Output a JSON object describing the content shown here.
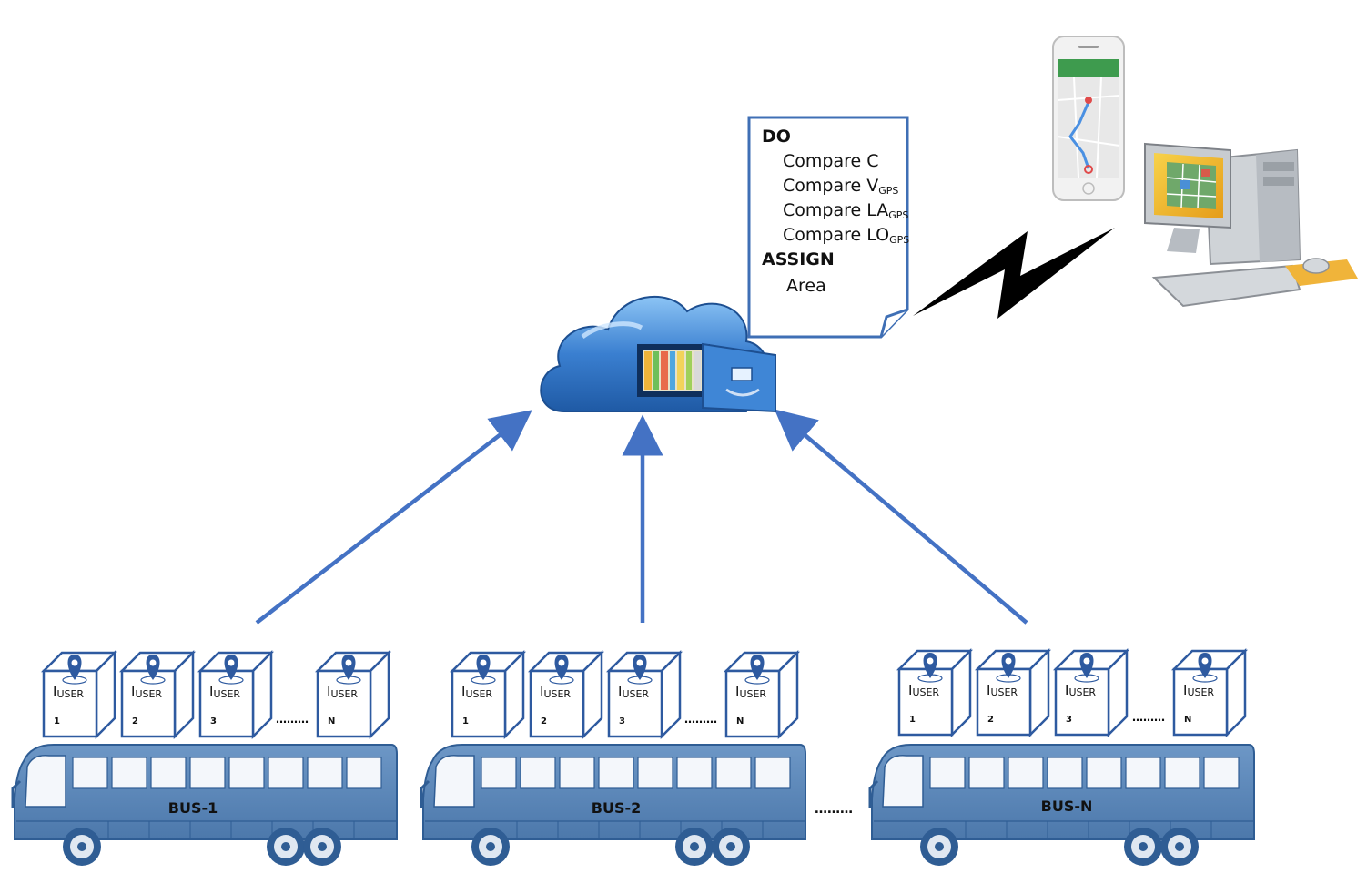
{
  "document": {
    "do_label": "DO",
    "steps": [
      {
        "main": "Compare C",
        "sub": ""
      },
      {
        "main": "Compare V",
        "sub": "GPS"
      },
      {
        "main": "Compare LA",
        "sub": "GPS"
      },
      {
        "main": "Compare LO",
        "sub": "GPS"
      }
    ],
    "assign_label": "ASSIGN",
    "assign_item": "Area"
  },
  "user_box": {
    "label_main": "I",
    "label_sub": "USER",
    "indices": [
      "1",
      "2",
      "3",
      "N"
    ]
  },
  "ellipsis": "………",
  "buses": [
    {
      "label": "BUS-1"
    },
    {
      "label": "BUS-2"
    },
    {
      "label": "BUS-N"
    }
  ],
  "bus_gap_ellipsis": "………",
  "colors": {
    "arrow": "#4472c4",
    "bus_body": "#5b86b8",
    "bus_dark": "#2f5d94",
    "box_stroke": "#2e5aa0",
    "pin": "#2e5aa0",
    "doc_border": "#3f6fb5",
    "cloud": "#3a7fd0",
    "lightning": "#000000"
  },
  "icons": {
    "cloud": "cloud-storage-drawer-icon",
    "phone": "smartphone-map-icon",
    "computer": "desktop-computer-icon",
    "lightning": "lightning-bolt-icon",
    "pin": "location-pin-icon",
    "bus": "bus-icon"
  }
}
